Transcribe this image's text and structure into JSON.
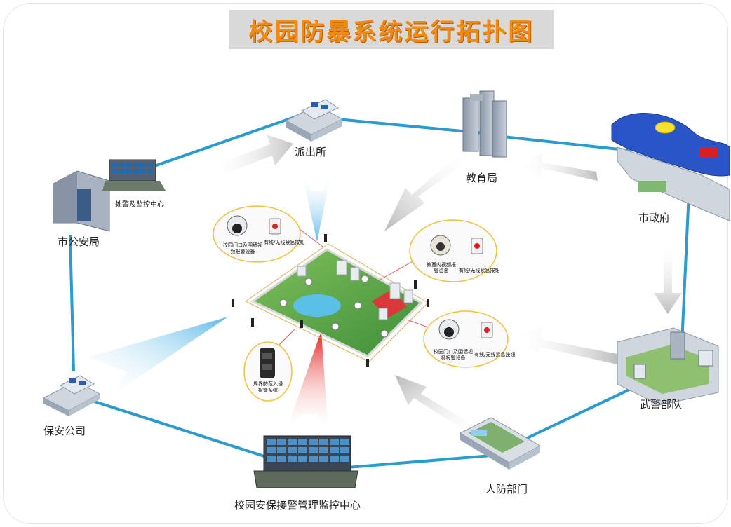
{
  "title": "校园防暴系统运行拓扑图",
  "nodes": {
    "police_station": "派出所",
    "education_bureau": "教育局",
    "city_government": "市政府",
    "city_public_security": "市公安局",
    "dispatch_center": "处警及监控中心",
    "security_company": "保安公司",
    "campus_monitoring_center": "校园安保接警管理监控中心",
    "civil_defense": "人防部门",
    "armed_police": "武警部队"
  },
  "devices": {
    "gate_video_alarm": "校园门口及围墙视频报警设备",
    "classroom_video_alarm": "教室内视频报警设备",
    "gate_video_alarm_2": "校园门口及围墙视频报警设备",
    "emergency_button_1": "有线/无线紧急按钮",
    "emergency_button_2": "有线/无线紧急按钮",
    "emergency_button_3": "有线/无线紧急按钮",
    "perimeter_alarm": "周界防范入侵报警系统"
  },
  "colors": {
    "title": "#f08a10",
    "title_bg": "#d9d9d9",
    "link": "#2a9ad0",
    "arrow_gray": "#c8c8c8",
    "arrow_blue": "#6cc3ec",
    "arrow_red": "#e02020",
    "device_ring": "#f0c040"
  }
}
